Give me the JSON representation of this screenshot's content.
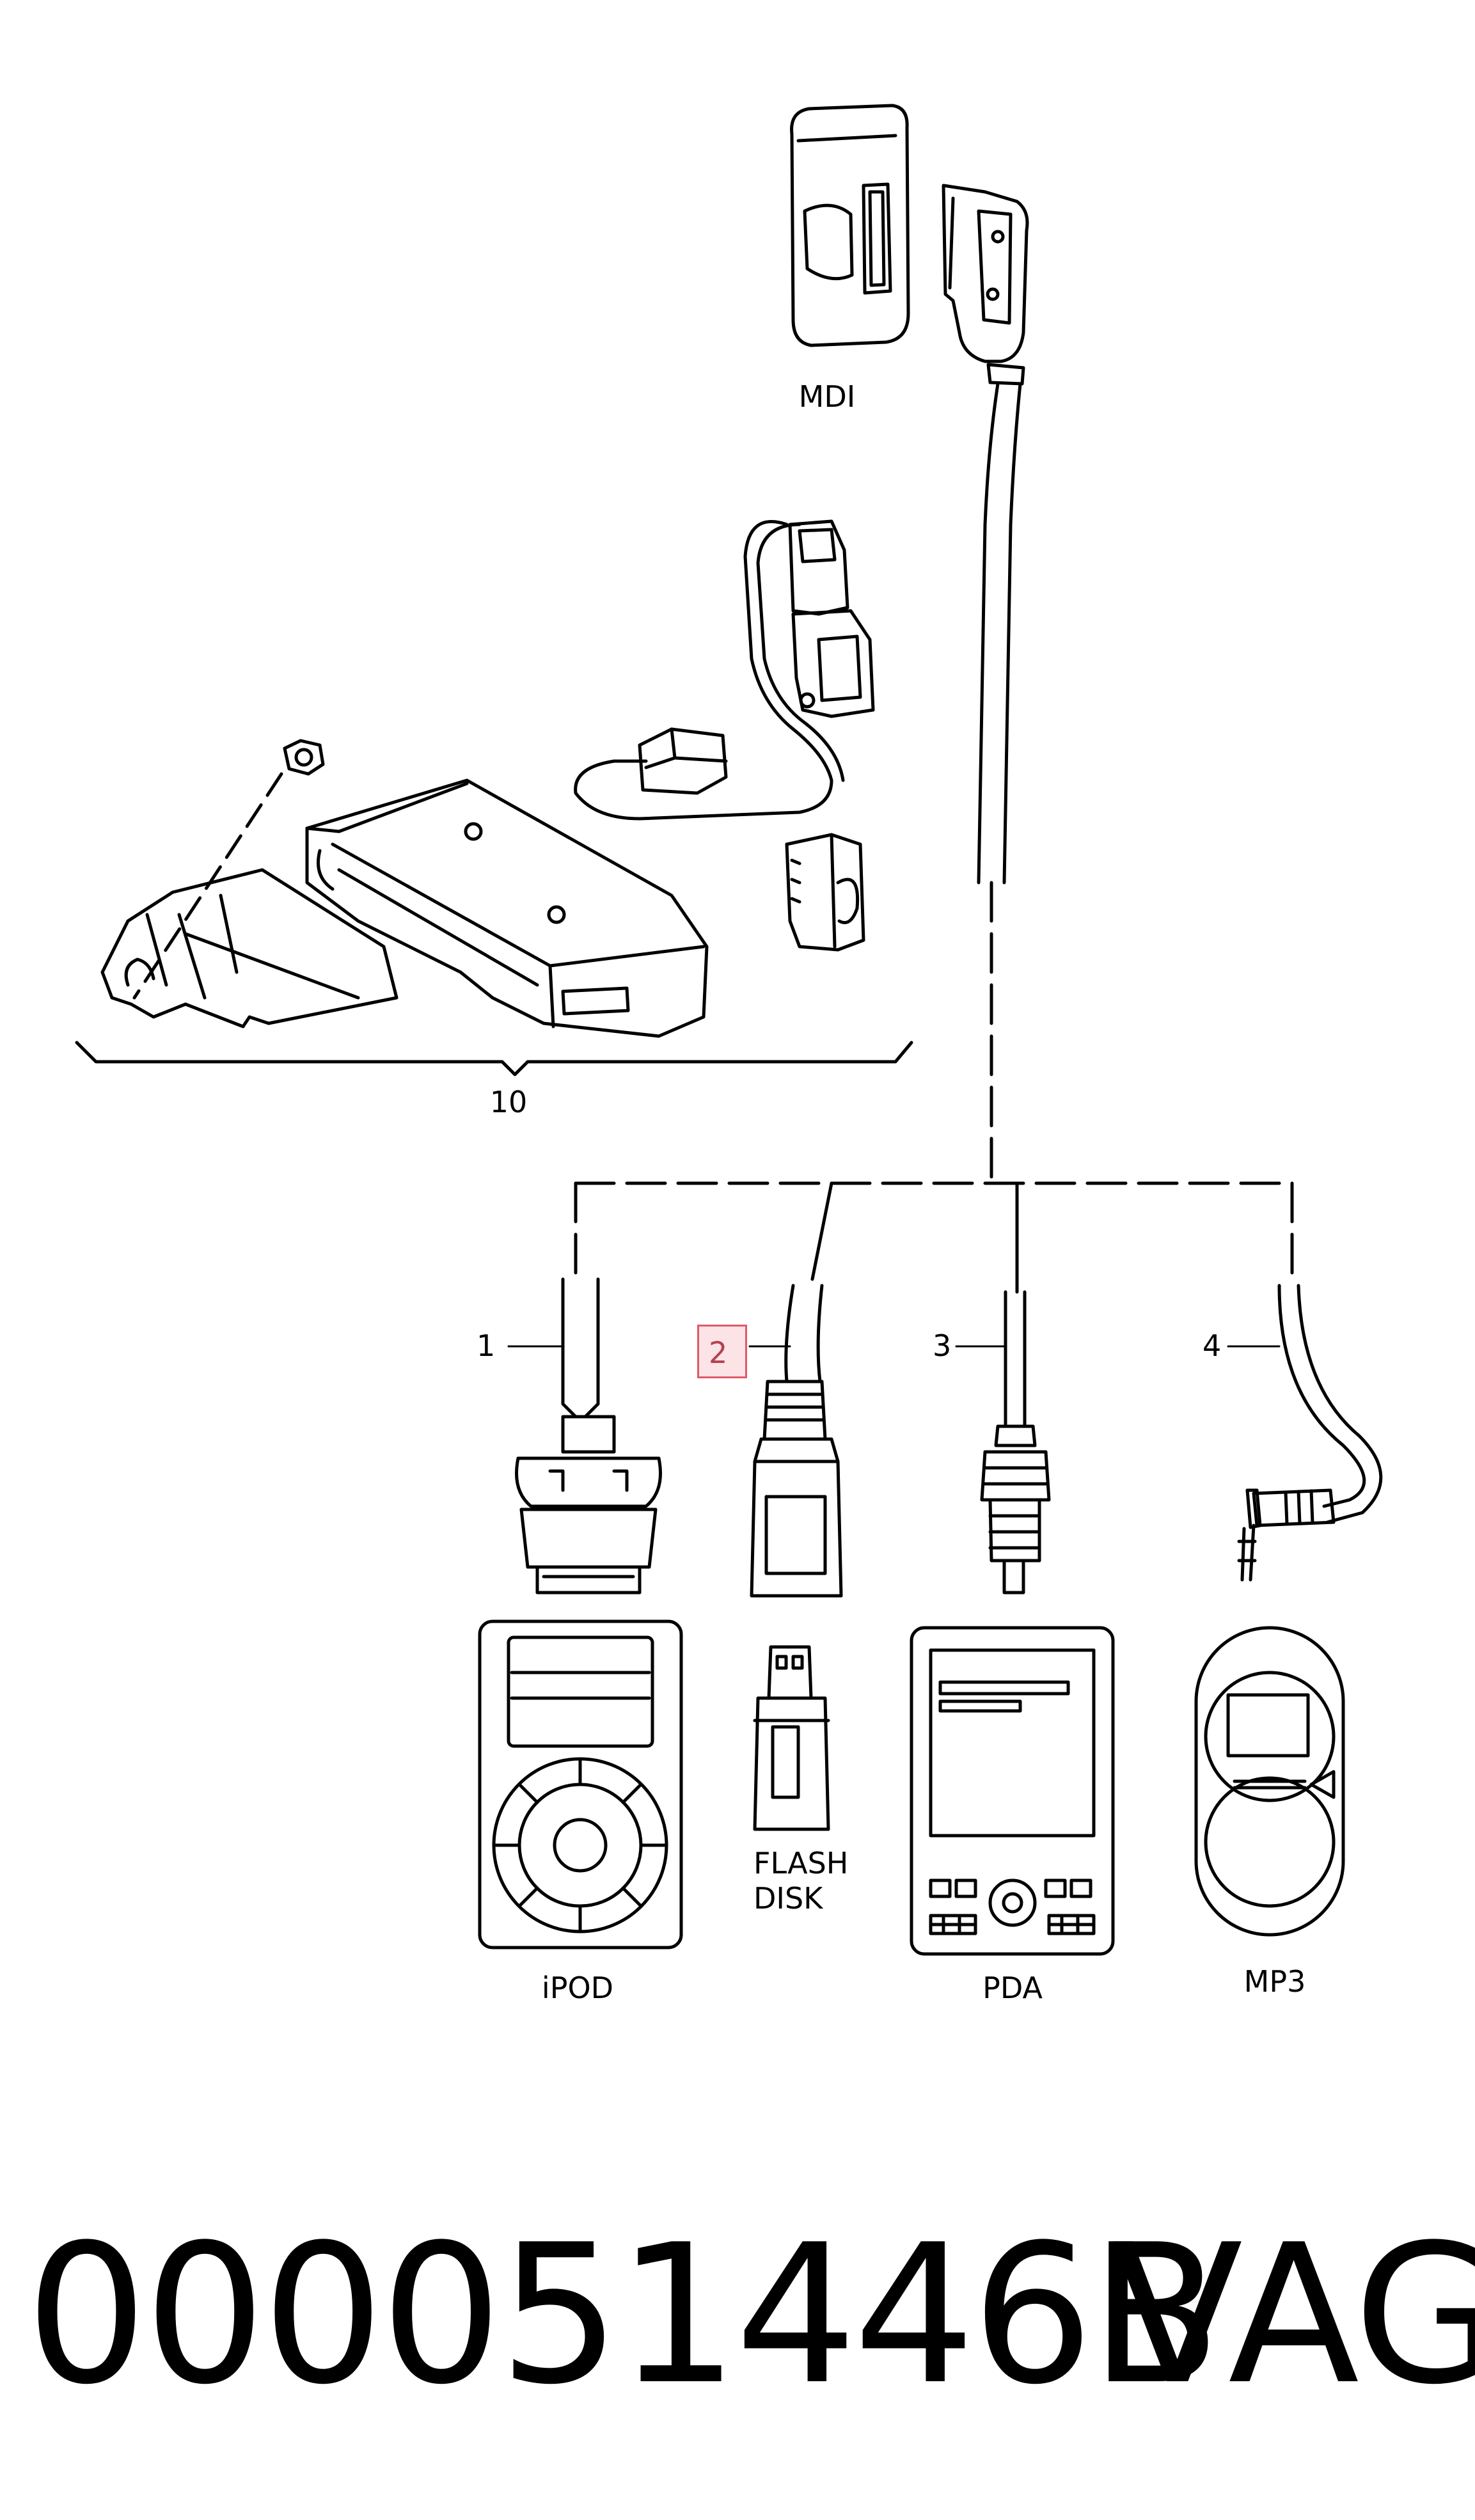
{
  "labels": {
    "mdi": "MDI",
    "kit_number": "10",
    "ipod": "iPOD",
    "flash_disk_line1": "FLASH",
    "flash_disk_line2": "DISK",
    "pda": "PDA",
    "mp3": "MP3"
  },
  "callouts": {
    "c1": "1",
    "c2": "2",
    "c3": "3",
    "c4": "4"
  },
  "footer": {
    "part_code": "000051446B",
    "brand": "VAG"
  },
  "colors": {
    "line": "#000000",
    "highlight_border": "#e05a6a",
    "highlight_fill": "#fbe3e6"
  }
}
